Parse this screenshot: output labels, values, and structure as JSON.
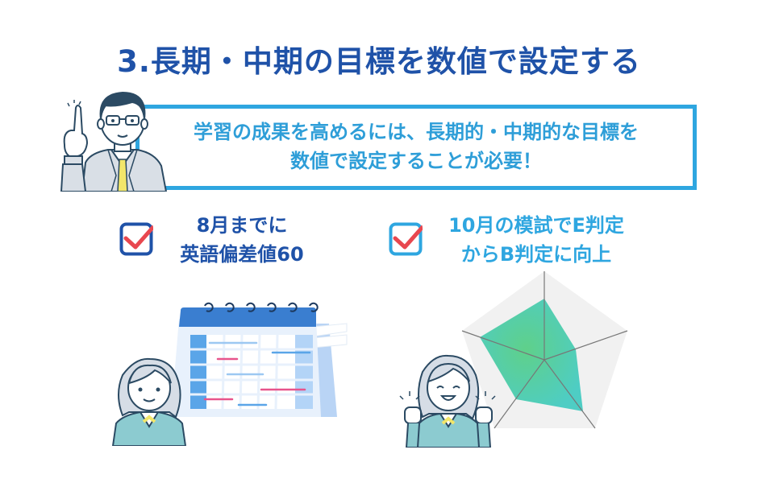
{
  "title": "3.長期・中期の目標を数値で設定する",
  "callout": {
    "line1": "学習の成果を高めるには、長期的・中期的な目標を",
    "line2": "数値で設定することが必要！",
    "illustration": "man-pointing-finger"
  },
  "goals": [
    {
      "line1": "8月までに",
      "line2": "英語偏差値60",
      "icon": "checkbox-checked-icon",
      "illustration": "calendar-with-student"
    },
    {
      "line1": "10月の模試でE判定",
      "line2": "からB判定に向上",
      "icon": "checkbox-checked-icon",
      "illustration": "radar-chart-with-cheering-student"
    }
  ],
  "colors": {
    "title": "#1f52a8",
    "callout_border": "#2ea6e0",
    "callout_text": "#2e9ed8",
    "goal1_text": "#1f52a8",
    "goal2_text": "#2ea6e0",
    "check_mark": "#e8474f",
    "radar_fill": "#4ecdc4"
  }
}
